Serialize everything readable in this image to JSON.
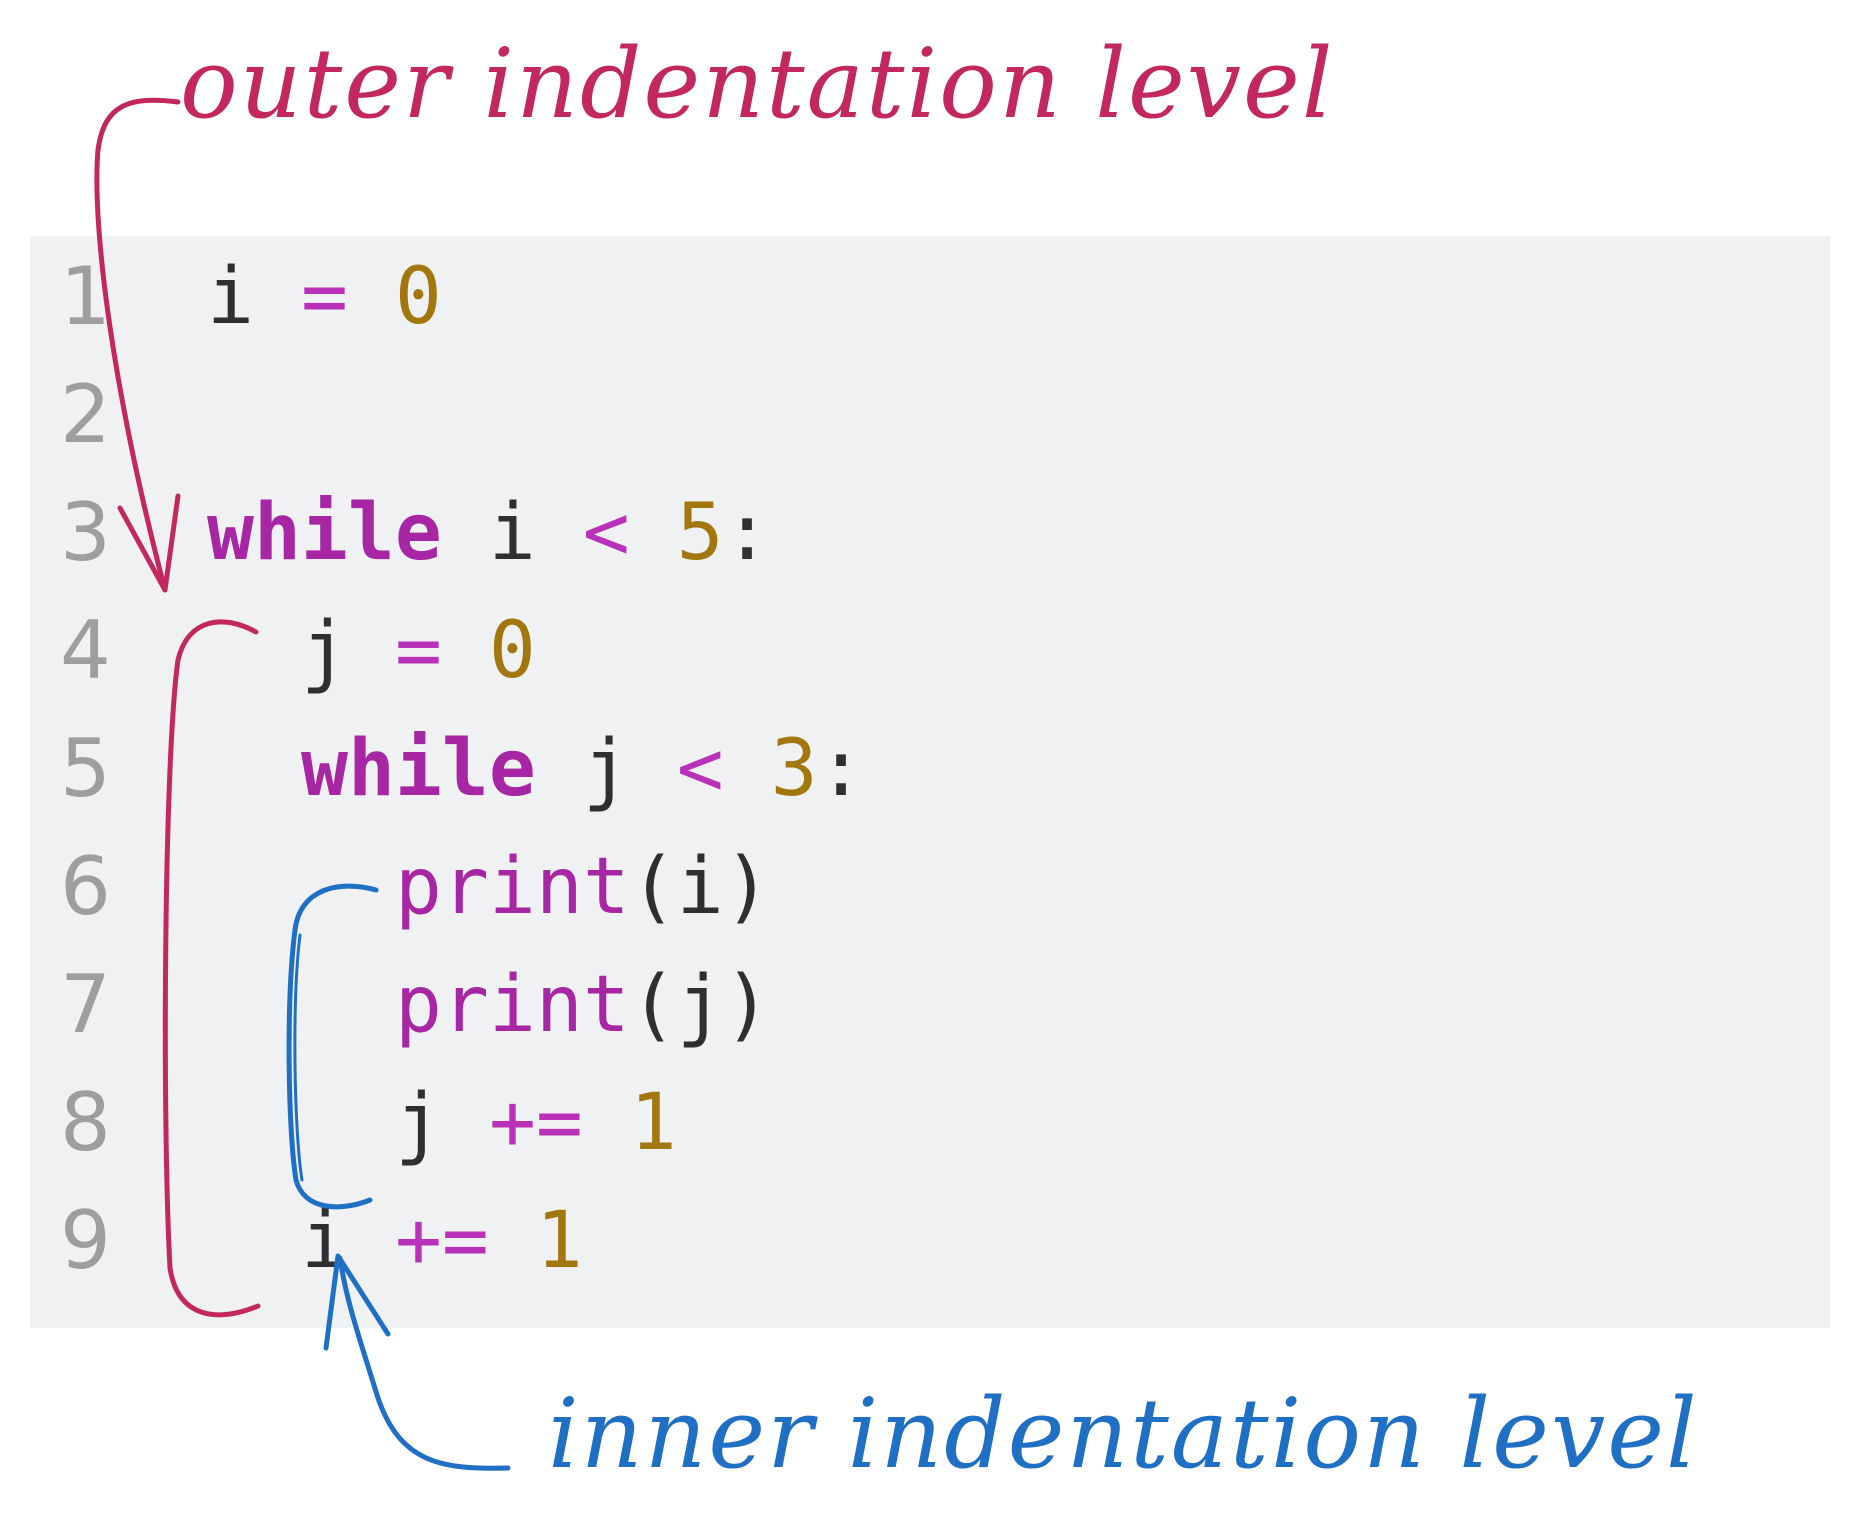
{
  "annotations": {
    "outer_label": "outer indentation level",
    "inner_label": "inner indentation level"
  },
  "colors": {
    "outer": "#c2285e",
    "inner": "#1f6fc4",
    "keyword": "#a626a4",
    "number": "#a2780e",
    "panel": "#f0f1f3"
  },
  "code": {
    "lines": [
      {
        "number": "1",
        "indent": 0,
        "tokens": [
          {
            "t": "i",
            "k": "id"
          },
          {
            "t": " ",
            "k": "sp"
          },
          {
            "t": "=",
            "k": "op"
          },
          {
            "t": " ",
            "k": "sp"
          },
          {
            "t": "0",
            "k": "num"
          }
        ]
      },
      {
        "number": "2",
        "indent": 0,
        "tokens": []
      },
      {
        "number": "3",
        "indent": 0,
        "tokens": [
          {
            "t": "while",
            "k": "kw"
          },
          {
            "t": " ",
            "k": "sp"
          },
          {
            "t": "i",
            "k": "id"
          },
          {
            "t": " ",
            "k": "sp"
          },
          {
            "t": "<",
            "k": "op"
          },
          {
            "t": " ",
            "k": "sp"
          },
          {
            "t": "5",
            "k": "num"
          },
          {
            "t": ":",
            "k": "punc"
          }
        ]
      },
      {
        "number": "4",
        "indent": 1,
        "tokens": [
          {
            "t": "j",
            "k": "id"
          },
          {
            "t": " ",
            "k": "sp"
          },
          {
            "t": "=",
            "k": "op"
          },
          {
            "t": " ",
            "k": "sp"
          },
          {
            "t": "0",
            "k": "num"
          }
        ]
      },
      {
        "number": "5",
        "indent": 1,
        "tokens": [
          {
            "t": "while",
            "k": "kw"
          },
          {
            "t": " ",
            "k": "sp"
          },
          {
            "t": "j",
            "k": "id"
          },
          {
            "t": " ",
            "k": "sp"
          },
          {
            "t": "<",
            "k": "op"
          },
          {
            "t": " ",
            "k": "sp"
          },
          {
            "t": "3",
            "k": "num"
          },
          {
            "t": ":",
            "k": "punc"
          }
        ]
      },
      {
        "number": "6",
        "indent": 2,
        "tokens": [
          {
            "t": "print",
            "k": "fn"
          },
          {
            "t": "(",
            "k": "punc"
          },
          {
            "t": "i",
            "k": "id"
          },
          {
            "t": ")",
            "k": "punc"
          }
        ]
      },
      {
        "number": "7",
        "indent": 2,
        "tokens": [
          {
            "t": "print",
            "k": "fn"
          },
          {
            "t": "(",
            "k": "punc"
          },
          {
            "t": "j",
            "k": "id"
          },
          {
            "t": ")",
            "k": "punc"
          }
        ]
      },
      {
        "number": "8",
        "indent": 2,
        "tokens": [
          {
            "t": "j",
            "k": "id"
          },
          {
            "t": " ",
            "k": "sp"
          },
          {
            "t": "+=",
            "k": "op"
          },
          {
            "t": " ",
            "k": "sp"
          },
          {
            "t": "1",
            "k": "num"
          }
        ]
      },
      {
        "number": "9",
        "indent": 1,
        "tokens": [
          {
            "t": "i",
            "k": "id"
          },
          {
            "t": " ",
            "k": "sp"
          },
          {
            "t": "+=",
            "k": "op"
          },
          {
            "t": " ",
            "k": "sp"
          },
          {
            "t": "1",
            "k": "num"
          }
        ]
      }
    ]
  }
}
